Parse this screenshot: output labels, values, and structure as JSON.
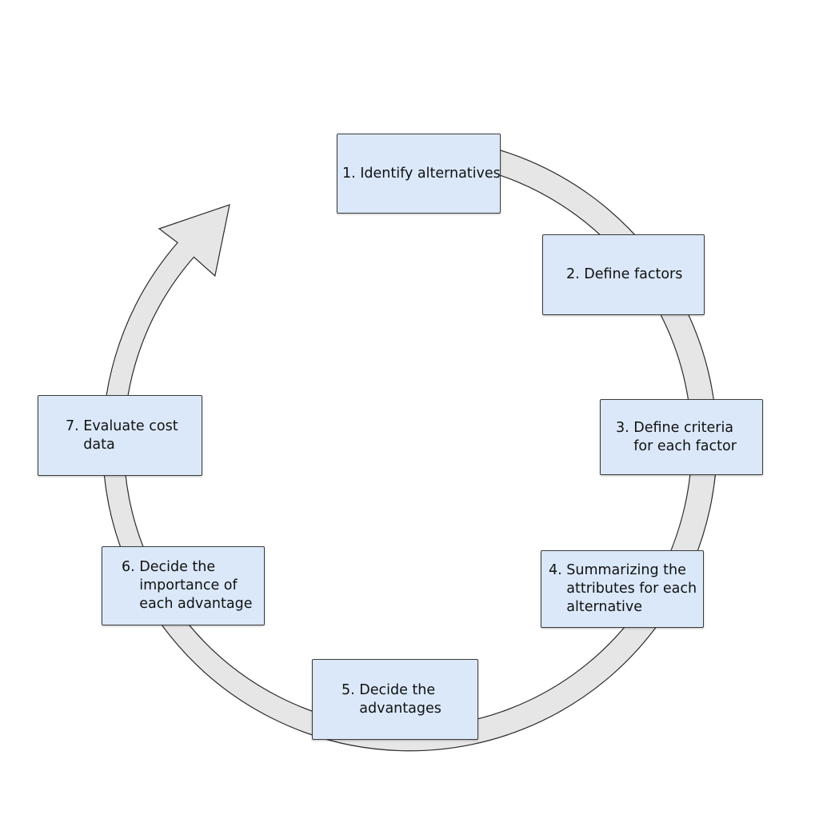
{
  "diagram": {
    "colors": {
      "box_fill": "#dae8f9",
      "box_border": "#3c3c3c",
      "ring_fill": "#e6e6e6",
      "ring_stroke": "#2b2b2b"
    },
    "steps": [
      {
        "label": "1. Identify alternatives"
      },
      {
        "label": "2. Define factors"
      },
      {
        "label": "3. Define criteria\n    for each factor"
      },
      {
        "label": "4. Summarizing the\n    attributes for each\n    alternative"
      },
      {
        "label": "5. Decide the\n    advantages"
      },
      {
        "label": "6. Decide the\n    importance of\n    each advantage"
      },
      {
        "label": "7. Evaluate cost\n    data"
      }
    ]
  }
}
